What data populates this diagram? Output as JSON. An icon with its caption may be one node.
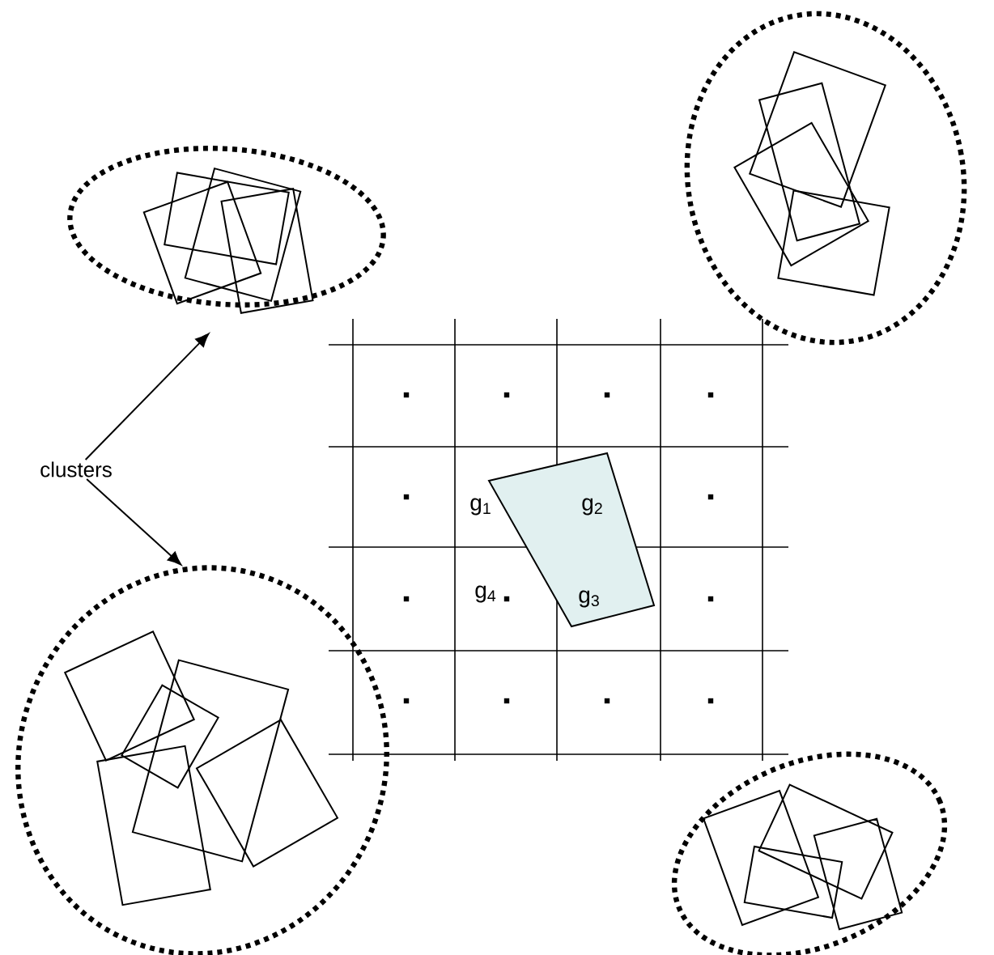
{
  "diagram": {
    "nodes": [
      {
        "text": [
          "clusters"
        ]
      },
      {
        "text": [],
        "shape": "ellipse"
      },
      {
        "text": [],
        "shape": "ellipse"
      },
      {
        "text": [],
        "shape": "ellipse"
      },
      {
        "text": [],
        "shape": "ellipse"
      }
    ],
    "edges": [
      {
        "from": 0,
        "to": 1,
        "arrow": "to"
      },
      {
        "from": 0,
        "to": 3,
        "arrow": "to"
      }
    ],
    "labels": [
      "g$_{1}$",
      "g$_{2}$",
      "g$_{4}$",
      "g$_{3}$"
    ]
  }
}
